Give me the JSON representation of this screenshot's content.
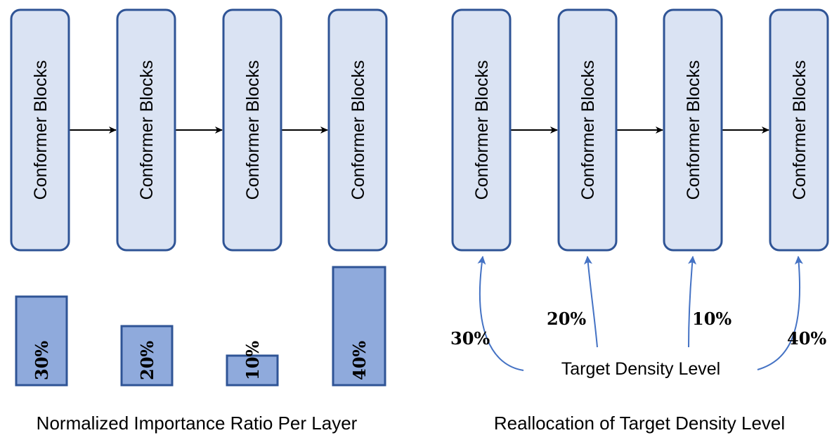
{
  "colors": {
    "block_fill": "#dae3f3",
    "block_stroke": "#2f5496",
    "bar_fill": "#8faadc",
    "bar_stroke": "#2f5496",
    "arrow_blue": "#4472c4",
    "arrow_black": "#000000"
  },
  "left_panel": {
    "blocks": [
      "Conformer Blocks",
      "Conformer Blocks",
      "Conformer Blocks",
      "Conformer Blocks"
    ],
    "bars": [
      {
        "label": "30%",
        "value": 30
      },
      {
        "label": "20%",
        "value": 20
      },
      {
        "label": "10%",
        "value": 10
      },
      {
        "label": "40%",
        "value": 40
      }
    ],
    "caption": "Normalized Importance Ratio Per Layer"
  },
  "right_panel": {
    "blocks": [
      "Conformer Blocks",
      "Conformer Blocks",
      "Conformer Blocks",
      "Conformer Blocks"
    ],
    "percentages": [
      "30%",
      "20%",
      "10%",
      "40%"
    ],
    "source_label": "Target Density Level",
    "caption": "Reallocation of Target Density Level"
  }
}
